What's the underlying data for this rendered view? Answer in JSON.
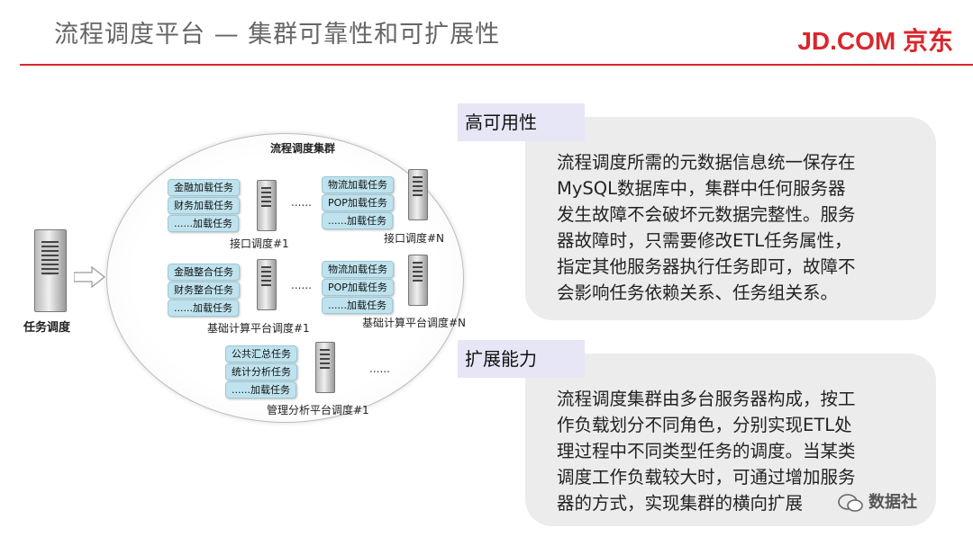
{
  "header": {
    "title": "流程调度平台 — 集群可靠性和可扩展性",
    "logo": "JD.COM 京东",
    "accent_color": "#d9272e"
  },
  "diagram": {
    "cluster_title": "流程调度集群",
    "scheduler_label": "任务调度",
    "groups": [
      {
        "tasks": [
          "金融加载任务",
          "财务加载任务",
          "......加载任务"
        ],
        "label": "接口调度#1"
      },
      {
        "tasks": [
          "物流加载任务",
          "POP加载任务",
          "......加载任务"
        ],
        "label": "接口调度#N"
      },
      {
        "tasks": [
          "金融整合任务",
          "财务整合任务",
          "......加载任务"
        ],
        "label": "基础计算平台调度#1"
      },
      {
        "tasks": [
          "物流加载任务",
          "POP加载任务",
          "......加载任务"
        ],
        "label": "基础计算平台调度#N"
      },
      {
        "tasks": [
          "公共汇总任务",
          "统计分析任务",
          "......加载任务"
        ],
        "label": "管理分析平台调度#1"
      }
    ],
    "ellipsis": "......"
  },
  "sections": [
    {
      "tag": "高可用性",
      "lines": [
        "流程调度所需的元数据信息统一保存在",
        "MySQL数据库中，集群中任何服务器",
        "发生故障不会破坏元数据完整性。服务",
        "器故障时，只需要修改ETL任务属性，",
        "指定其他服务器执行任务即可，故障不",
        "会影响任务依赖关系、任务组关系。"
      ]
    },
    {
      "tag": "扩展能力",
      "lines": [
        "流程调度集群由多台服务器构成，按工",
        "作负载划分不同角色，分别实现ETL处",
        "理过程中不同类型任务的调度。当某类",
        "调度工作负载较大时，可通过增加服务",
        "器的方式，实现集群的横向扩展"
      ]
    }
  ],
  "watermark": "数据社"
}
